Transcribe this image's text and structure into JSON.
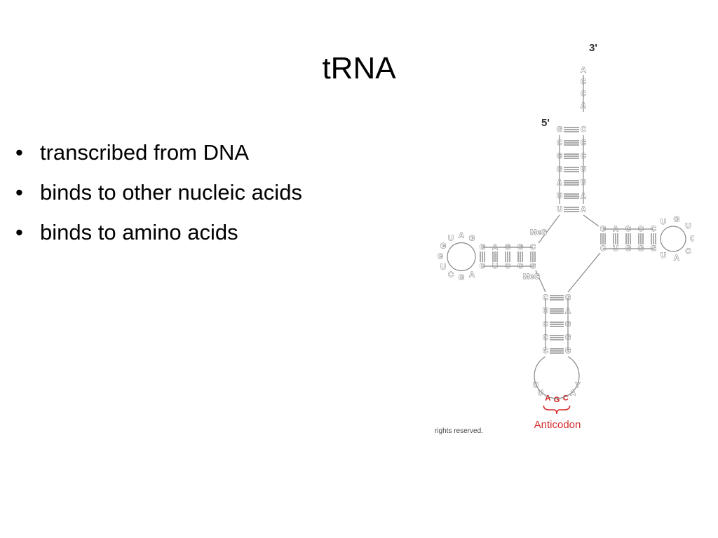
{
  "slide": {
    "title": "tRNA",
    "bullets": [
      "transcribed from DNA",
      "binds to other nucleic acids",
      "binds to amino acids"
    ]
  },
  "diagram": {
    "end_3": "3'",
    "end_5": "5'",
    "acceptor_tail": [
      "A",
      "C",
      "C",
      "A"
    ],
    "acceptor_5_strand": [
      "G",
      "C",
      "G",
      "G",
      "A",
      "U",
      "U"
    ],
    "acceptor_3_strand": [
      "C",
      "G",
      "C",
      "U",
      "U",
      "A",
      "A"
    ],
    "d_arm_top": [
      "C",
      "G",
      "G",
      "A",
      "G"
    ],
    "d_arm_bottom": [
      "G",
      "C",
      "C",
      "U",
      "C"
    ],
    "d_loop": [
      "A",
      "G",
      "C",
      "U",
      "G",
      "G",
      "U",
      "A",
      "G"
    ],
    "t_arm_top": [
      "G",
      "A",
      "C",
      "C",
      "C"
    ],
    "t_arm_bottom": [
      "C",
      "U",
      "G",
      "G",
      "G"
    ],
    "t_loop": [
      "U",
      "G",
      "U",
      "C",
      "C",
      "A",
      "U"
    ],
    "anticodon_arm_left": [
      "C",
      "U",
      "C",
      "C",
      "C"
    ],
    "anticodon_arm_right": [
      "G",
      "A",
      "G",
      "G",
      "G"
    ],
    "anticodon_loop": [
      "U",
      "U",
      "A",
      "Y"
    ],
    "anticodon": [
      "A",
      "G",
      "C"
    ],
    "modified_bases": [
      "MeG",
      "MeG"
    ],
    "anticodon_label": "Anticodon",
    "copyright": "rights reserved.",
    "colors": {
      "anticodon": "#d42c2c",
      "nucleotide_fill": "#ffffff",
      "nucleotide_outline": "#444444"
    }
  }
}
